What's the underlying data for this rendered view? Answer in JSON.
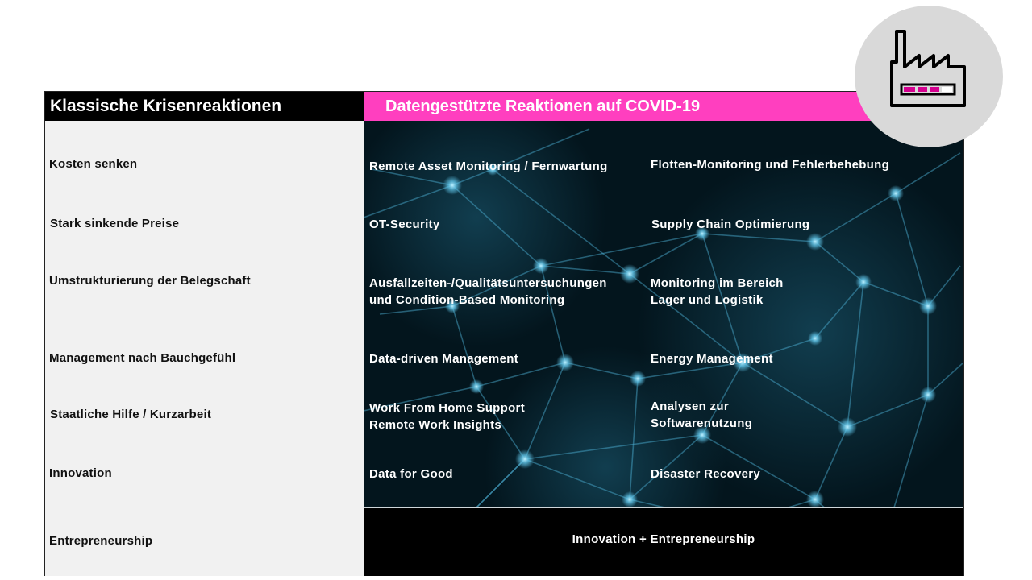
{
  "headers": {
    "classic": "Klassische Krisenreaktionen",
    "data_driven": "Datengestützte Reaktionen auf COVID-19"
  },
  "rows": [
    {
      "classic": "Kosten  senken",
      "col1": [
        "Remote  Asset  Monitoring  / Fernwartung"
      ],
      "col2": [
        "Flotten-Monitoring  und  Fehlerbehebung"
      ]
    },
    {
      "classic": "Stark  sinkende  Preise",
      "col1": [
        "OT-Security"
      ],
      "col2": [
        "Supply  Chain  Optimierung"
      ]
    },
    {
      "classic": "Umstrukturierung  der  Belegschaft",
      "col1": [
        "Ausfallzeiten-/Qualitätsuntersuchungen",
        "und  Condition-Based  Monitoring"
      ],
      "col2": [
        "Monitoring  im  Bereich",
        "Lager  und  Logistik"
      ]
    },
    {
      "classic": "Management  nach  Bauchgefühl",
      "col1": [
        "Data-driven  Management"
      ],
      "col2": [
        "Energy  Management"
      ]
    },
    {
      "classic": "Staatliche  Hilfe  / Kurzarbeit",
      "col1": [
        "Work  From  Home  Support",
        "Remote  Work  Insights"
      ],
      "col2": [
        "Analysen  zur",
        "Softwarenutzung"
      ]
    },
    {
      "classic": "Innovation",
      "col1": [
        "Data  for  Good"
      ],
      "col2": [
        "Disaster  Recovery"
      ]
    }
  ],
  "last_row": {
    "classic": "Entrepreneurship",
    "merged": "Innovation  + Entrepreneurship"
  },
  "icon": "factory-icon",
  "colors": {
    "accent_pink": "#ff3fbf",
    "header_black": "#000000",
    "network_bg": "#03151d",
    "node_blue": "#5fc4e8",
    "icon_magenta": "#d4008f"
  }
}
